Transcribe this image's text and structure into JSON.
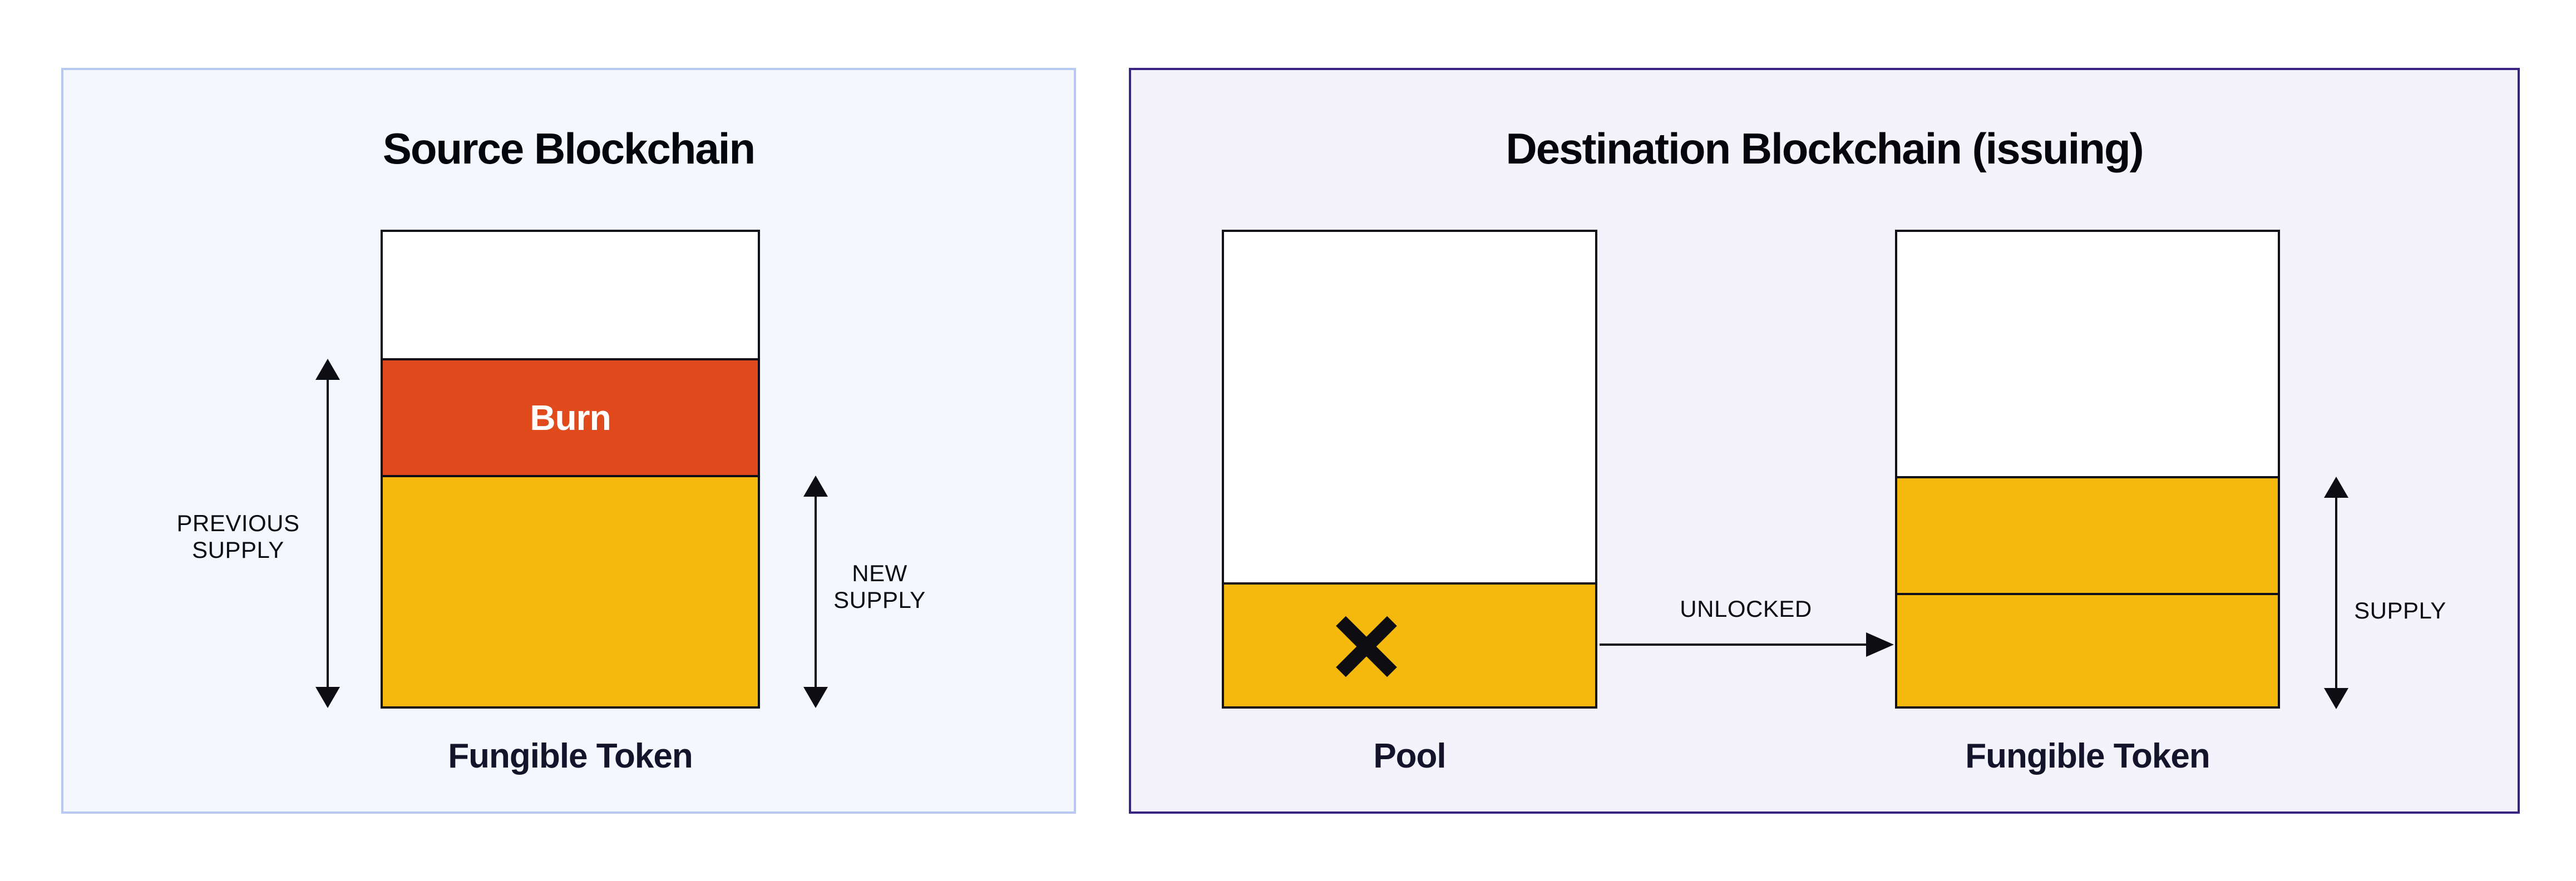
{
  "colors": {
    "page_bg": "#ffffff",
    "source_panel_bg": "#f4f7fe",
    "source_panel_border": "#b7c9f0",
    "dest_panel_bg": "#f4f2fb",
    "dest_panel_border": "#392482",
    "bar_outline": "#10101a",
    "burn_fill": "#e04a1d",
    "token_fill": "#f5b80d",
    "title_text": "#05050c",
    "caption_text": "#14142b",
    "label_text": "#0d0d12",
    "burn_text": "#ffffff",
    "arrow_color": "#0d0d12"
  },
  "source_panel": {
    "title": "Source Blockchain",
    "token_bar": {
      "burn_label": "Burn",
      "caption": "Fungible Token"
    },
    "previous_supply": {
      "line1": "PREVIOUS",
      "line2": "SUPPLY",
      "arrow_icon": "double-vertical-arrow"
    },
    "new_supply": {
      "line1": "NEW",
      "line2": "SUPPLY",
      "arrow_icon": "double-vertical-arrow"
    }
  },
  "destination_panel": {
    "title": "Destination Blockchain (issuing)",
    "pool_bar": {
      "caption": "Pool",
      "icon": "x-mark"
    },
    "unlocked": {
      "label": "UNLOCKED",
      "arrow_icon": "right-arrow"
    },
    "token_bar": {
      "caption": "Fungible Token"
    },
    "supply": {
      "label": "SUPPLY",
      "arrow_icon": "double-vertical-arrow"
    }
  }
}
